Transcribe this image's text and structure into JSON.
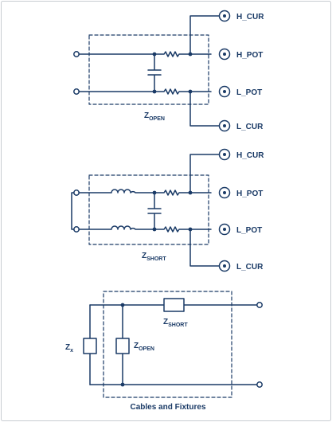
{
  "colors": {
    "line": "#1a3a66",
    "text": "#1a3a66",
    "border": "#c8ccd2",
    "background": "#ffffff"
  },
  "open": {
    "terminals": [
      "H_CUR",
      "H_POT",
      "L_POT",
      "L_CUR"
    ],
    "label_main": "Z",
    "label_sub": "OPEN"
  },
  "short": {
    "terminals": [
      "H_CUR",
      "H_POT",
      "L_POT",
      "L_CUR"
    ],
    "label_main": "Z",
    "label_sub": "SHORT"
  },
  "fixture": {
    "zx_main": "Z",
    "zx_sub": "x",
    "zopen_main": "Z",
    "zopen_sub": "OPEN",
    "zshort_main": "Z",
    "zshort_sub": "SHORT",
    "caption": "Cables and Fixtures"
  }
}
